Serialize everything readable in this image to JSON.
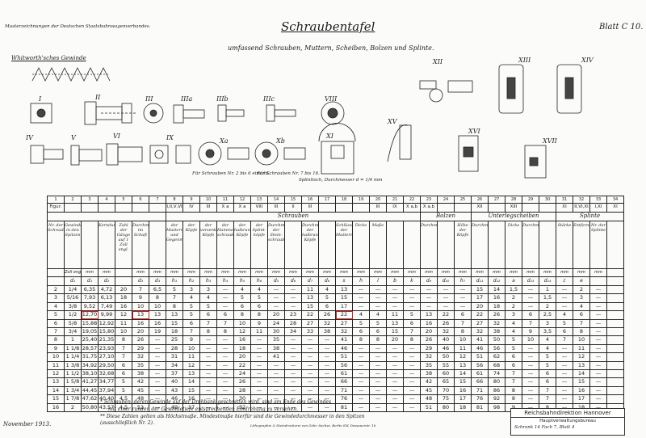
{
  "header": {
    "top_left": "Musterzeichnungen der Deutschen Staatsbahnwagenverbandes.",
    "title": "Schraubentafel",
    "subtitle": "umfassend Schrauben, Muttern, Scheiben, Bolzen und Splinte.",
    "sheet": "Blatt C 10."
  },
  "figures": {
    "whitworth": "Whitworth'sches Gewinde",
    "labels": [
      "I",
      "II",
      "III",
      "IIIa",
      "IIIb",
      "IIIc",
      "VIII",
      "IV",
      "V",
      "VI",
      "IX",
      "Xa",
      "Xb",
      "XI",
      "XII",
      "XIII",
      "XIV",
      "XV",
      "XVI",
      "XVII"
    ],
    "cap_1": "Für Schrauben Nr. 2 bis 6 einschl.",
    "cap_2": "Für Schrauben Nr. 7 bis 16.",
    "cap_3": "Splintloch, Durchmesser d = 1/4 mm"
  },
  "table": {
    "col_numbers": [
      "1",
      "2",
      "3",
      "4",
      "5",
      "6",
      "7",
      "8",
      "9",
      "10",
      "11",
      "12",
      "13",
      "14",
      "15",
      "16",
      "17",
      "18",
      "19",
      "20",
      "21",
      "22",
      "23",
      "24",
      "25",
      "26",
      "27",
      "28",
      "29",
      "30",
      "31",
      "32",
      "33",
      "34"
    ],
    "figur_label": "Figur:",
    "figur_cells": [
      "",
      "",
      "",
      "",
      "",
      "",
      "",
      "I,II,V,VI",
      "IV",
      "III",
      "X a",
      "X a",
      "VIII",
      "III",
      "II",
      "III",
      "",
      "",
      "",
      "III",
      "IX",
      "X a,b",
      "X a,b",
      "",
      "",
      "XII",
      "",
      "XIII",
      "",
      "",
      "XI",
      "II,VI,XI",
      "I,XI",
      "XI"
    ],
    "groups": {
      "schrauben": "Schrauben",
      "bolzen": "Bolzen",
      "unterleg": "Unterlegscheiben",
      "splinte": "Splinte"
    },
    "headers": [
      "Nr. der Schrauben",
      "Gewindedurchmesser in den Spitzen",
      "",
      "Kerndurchmesser",
      "Zahl der Gänge auf 1 Zoll engl.",
      "Durchmesser im Schaft",
      "",
      "der Muttern und Gegenmuttern",
      "der Köpfe",
      "der versenkten Köpfe",
      "der Hammer- schrauben",
      "der halbrunden Köpfe",
      "der Splint- köpfe",
      "Durchmesser der Stein- schrauben",
      "",
      "Durchmesser der halbrunden Köpfe",
      "",
      "Schlüsselweite der Muttern",
      "Dicke",
      "Maße",
      "",
      "",
      "Durchmesser",
      "",
      "Höhe der Köpfe",
      "Durchmesser",
      "",
      "Dicke",
      "Durchmesser",
      "",
      "Stärke",
      "Entfernung",
      "Nr. der Splinte",
      ""
    ],
    "units": [
      "",
      "Zoll engl.",
      "mm",
      "mm",
      "",
      "mm",
      "mm",
      "mm",
      "mm",
      "mm",
      "mm",
      "mm",
      "mm",
      "mm",
      "mm",
      "mm",
      "mm",
      "mm",
      "mm",
      "mm",
      "mm",
      "mm",
      "mm",
      "mm",
      "mm",
      "mm",
      "mm",
      "mm",
      "mm",
      "mm",
      "mm",
      "mm",
      "mm",
      ""
    ],
    "symbols": [
      "",
      "d₁",
      "d₁",
      "d₂",
      "",
      "d₃",
      "d₄",
      "h₁",
      "h₂",
      "h₃",
      "h₄",
      "h₅",
      "h₆",
      "d₅",
      "d₆",
      "d₇",
      "d₈",
      "s",
      "h",
      "l",
      "b",
      "k",
      "d₉",
      "d₁₀",
      "h₇",
      "d₁₁",
      "d₁₂",
      "a",
      "d₁₃",
      "d₁₄",
      "c",
      "e",
      "",
      ""
    ],
    "rows": [
      [
        "2",
        "1/4",
        "6,35",
        "4,72",
        "20",
        "7",
        "6,5",
        "5",
        "3",
        "3",
        "—",
        "4",
        "4",
        "—",
        "—",
        "11",
        "4",
        "13",
        "—",
        "—",
        "—",
        "—",
        "—",
        "—",
        "—",
        "15",
        "14",
        "1,5",
        "—",
        "1",
        "—",
        "2",
        "—",
        ""
      ],
      [
        "3",
        "5/16",
        "7,93",
        "6,13",
        "18",
        "9",
        "8",
        "7",
        "4",
        "4",
        "—",
        "5",
        "5",
        "—",
        "—",
        "13",
        "5",
        "15",
        "—",
        "—",
        "—",
        "—",
        "—",
        "—",
        "—",
        "17",
        "16",
        "2",
        "—",
        "1,5",
        "—",
        "3",
        "—",
        ""
      ],
      [
        "4",
        "3/8",
        "9,52",
        "7,49",
        "16",
        "10",
        "10",
        "8",
        "5",
        "5",
        "—",
        "6",
        "6",
        "—",
        "—",
        "15",
        "6",
        "17",
        "—",
        "—",
        "—",
        "—",
        "—",
        "—",
        "—",
        "20",
        "18",
        "2",
        "—",
        "2",
        "—",
        "4",
        "—",
        ""
      ],
      [
        "5",
        "1/2",
        "12,70",
        "9,99",
        "12",
        "13",
        "13",
        "13",
        "5",
        "6",
        "6",
        "8",
        "8",
        "20",
        "23",
        "22",
        "26",
        "22",
        "4",
        "4",
        "11",
        "5",
        "13",
        "22",
        "6",
        "22",
        "26",
        "3",
        "6",
        "2,5",
        "4",
        "6",
        "—",
        ""
      ],
      [
        "6",
        "5/8",
        "15,88",
        "12,92",
        "11",
        "16",
        "16",
        "15",
        "6",
        "7",
        "7",
        "10",
        "9",
        "24",
        "28",
        "27",
        "32",
        "27",
        "5",
        "5",
        "13",
        "6",
        "16",
        "26",
        "7",
        "27",
        "32",
        "4",
        "7",
        "3",
        "5",
        "7",
        "—",
        ""
      ],
      [
        "7",
        "3/4",
        "19,05",
        "15,80",
        "10",
        "20",
        "19",
        "18",
        "7",
        "8",
        "8",
        "12",
        "11",
        "30",
        "34",
        "33",
        "38",
        "32",
        "6",
        "6",
        "15",
        "7",
        "20",
        "32",
        "8",
        "32",
        "38",
        "4",
        "9",
        "3,5",
        "6",
        "8",
        "—",
        ""
      ],
      [
        "8",
        "1",
        "25,40",
        "21,35",
        "8",
        "26",
        "—",
        "25",
        "9",
        "—",
        "—",
        "16",
        "—",
        "35",
        "—",
        "—",
        "—",
        "41",
        "8",
        "8",
        "20",
        "8",
        "26",
        "40",
        "10",
        "41",
        "50",
        "5",
        "10",
        "4",
        "7",
        "10",
        "—",
        ""
      ],
      [
        "9",
        "1 1/8",
        "28,57",
        "23,93",
        "7",
        "29",
        "—",
        "28",
        "10",
        "—",
        "—",
        "18",
        "—",
        "38",
        "—",
        "—",
        "—",
        "46",
        "—",
        "—",
        "—",
        "—",
        "29",
        "46",
        "11",
        "46",
        "56",
        "5",
        "—",
        "4",
        "—",
        "11",
        "—",
        ""
      ],
      [
        "10",
        "1 1/4",
        "31,75",
        "27,10",
        "7",
        "32",
        "—",
        "31",
        "11",
        "—",
        "—",
        "20",
        "—",
        "41",
        "—",
        "—",
        "—",
        "51",
        "—",
        "—",
        "—",
        "—",
        "32",
        "50",
        "12",
        "51",
        "62",
        "6",
        "—",
        "5",
        "—",
        "12",
        "—",
        ""
      ],
      [
        "11",
        "1 3/8",
        "34,92",
        "29,50",
        "6",
        "35",
        "—",
        "34",
        "12",
        "—",
        "—",
        "22",
        "—",
        "—",
        "—",
        "—",
        "—",
        "56",
        "—",
        "—",
        "—",
        "—",
        "35",
        "55",
        "13",
        "56",
        "68",
        "6",
        "—",
        "5",
        "—",
        "13",
        "—",
        ""
      ],
      [
        "12",
        "1 1/2",
        "38,10",
        "32,68",
        "6",
        "38",
        "—",
        "37",
        "13",
        "—",
        "—",
        "24",
        "—",
        "—",
        "—",
        "—",
        "—",
        "61",
        "—",
        "—",
        "—",
        "—",
        "38",
        "60",
        "14",
        "61",
        "74",
        "7",
        "—",
        "6",
        "—",
        "14",
        "—",
        ""
      ],
      [
        "13",
        "1 5/8",
        "41,27",
        "34,77",
        "5",
        "42",
        "—",
        "40",
        "14",
        "—",
        "—",
        "26",
        "—",
        "—",
        "—",
        "—",
        "—",
        "66",
        "—",
        "—",
        "—",
        "—",
        "42",
        "65",
        "15",
        "66",
        "80",
        "7",
        "—",
        "6",
        "—",
        "15",
        "—",
        ""
      ],
      [
        "14",
        "1 3/4",
        "44,45",
        "37,94",
        "5",
        "45",
        "—",
        "43",
        "15",
        "—",
        "—",
        "28",
        "—",
        "—",
        "—",
        "—",
        "—",
        "71",
        "—",
        "—",
        "—",
        "—",
        "45",
        "70",
        "16",
        "71",
        "86",
        "8",
        "—",
        "7",
        "—",
        "16",
        "—",
        ""
      ],
      [
        "15",
        "1 7/8",
        "47,62",
        "40,40",
        "4,5",
        "48",
        "—",
        "46",
        "16",
        "—",
        "—",
        "30",
        "—",
        "—",
        "—",
        "—",
        "—",
        "76",
        "—",
        "—",
        "—",
        "—",
        "48",
        "75",
        "17",
        "76",
        "92",
        "8",
        "—",
        "7",
        "—",
        "17",
        "—",
        ""
      ],
      [
        "16",
        "2",
        "50,80",
        "43,57",
        "4,5",
        "51",
        "—",
        "49",
        "17",
        "—",
        "—",
        "32",
        "—",
        "—",
        "—",
        "—",
        "—",
        "81",
        "—",
        "—",
        "—",
        "—",
        "51",
        "80",
        "18",
        "81",
        "98",
        "9",
        "—",
        "8",
        "—",
        "18",
        "—",
        ""
      ]
    ]
  },
  "footnotes": {
    "n1": "* Schrauben, deren Gewinde auf der Drehbank geschnitten wird, sind am Ende des Gewindes",
    "n1b": "mit einer runden der Gewindetiefe entsprechenden Eindrehung zu versehen.",
    "n2": "** Diese Zahlen gelten als Höchstmaße. Mindestmaße hierfür sind die Gewindedurchmesser in den Spitzen (ausschließlich Nr. 2)."
  },
  "footer": {
    "date": "November 1913.",
    "printer": "Lithographie & Steindruckerei von Gebr. Sachse, Berlin SW, Dessauerstr. 16"
  },
  "stamp": {
    "line1": "Reichsbahndirektion Hannover",
    "line2": "Hauptverwaltungsbureau",
    "line3": "Schrank 14 Fach 7, Blatt 4"
  }
}
